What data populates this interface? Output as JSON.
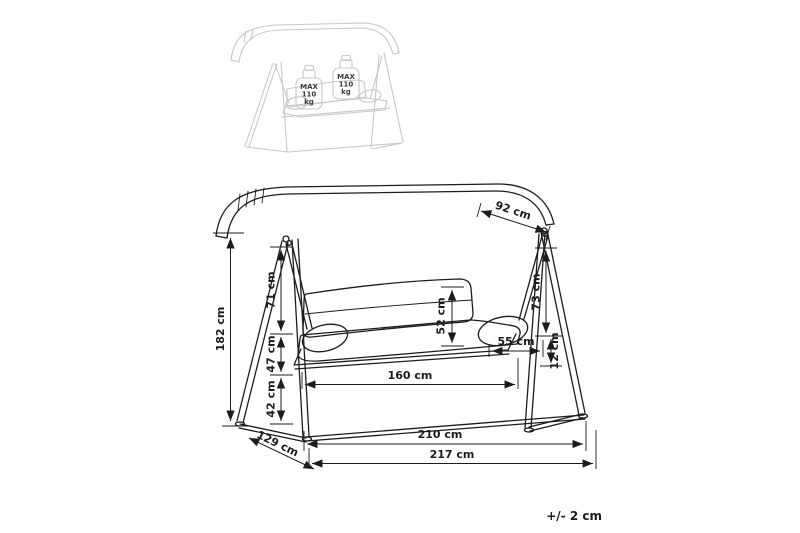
{
  "colors": {
    "line": "#1c1c1c",
    "ghost": "#c8c8c8",
    "text": "#1c1c1c"
  },
  "tolerance_note": "+/- 2 cm",
  "inset": {
    "weight_icons": [
      {
        "line1": "MAX",
        "line2": "110",
        "line3": "kg"
      },
      {
        "line1": "MAX",
        "line2": "110",
        "line3": "kg"
      }
    ]
  },
  "dimensions": {
    "total_height": "182 cm",
    "total_depth": "129 cm",
    "base_width": "210 cm",
    "total_width": "217 cm",
    "seat_width": "160 cm",
    "seat_depth": "55 cm",
    "seat_frame_offset": "12 cm",
    "backrest_height": "52 cm",
    "left_hang_height": "71 cm",
    "seat_height": "47 cm",
    "ground_clearance": "42 cm",
    "right_hang_height": "73 cm",
    "canopy_depth": "92 cm"
  }
}
